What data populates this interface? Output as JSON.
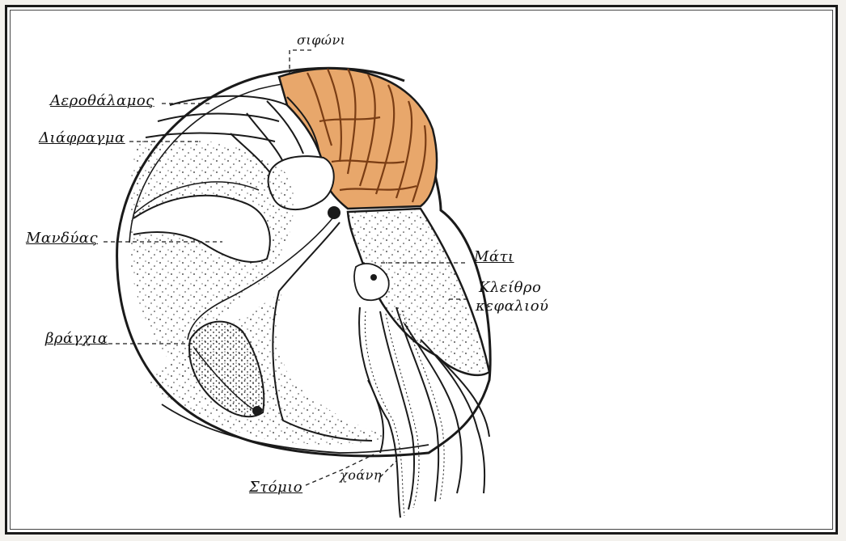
{
  "figure": {
    "shell_stripe_color": "#e8a76b",
    "ink_color": "#1a1a1a",
    "labels": {
      "siphoni": "σιφώνι",
      "aerothalamos": "Αεροθάλαμος",
      "diafragma": "Διάφραγμα",
      "mandyas": "Μανδύας",
      "vrachia": "βράγχια",
      "mati": "Μάτι",
      "kleithro_1": "Κλείθρο",
      "kleithro_2": "κεφαλιού",
      "stomio": "Στόμιο",
      "choani": "χοάνη"
    }
  }
}
